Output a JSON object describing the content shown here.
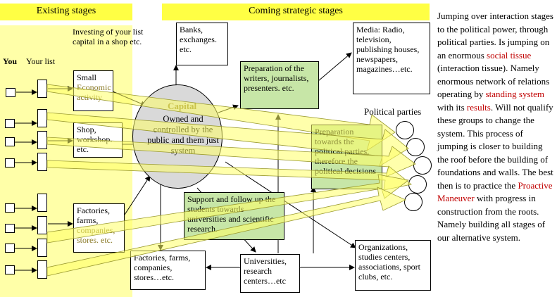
{
  "banners": {
    "existing": "Existing stages",
    "coming": "Coming strategic stages"
  },
  "labels": {
    "you": "You",
    "your_list": "Your list",
    "investing": "Investing of your list capital in a shop etc.",
    "political_parties": "Political parties"
  },
  "boxes": {
    "small_a": "Small",
    "small_b": "Economic activity",
    "shop": "Shop, workshop. etc.",
    "factories_a": "Factories, farms,",
    "factories_b": "companies, stores. etc.",
    "banks": "Banks, exchanges. etc.",
    "capital_title": "Capital",
    "capital_body": "Owned and controlled by the public and them just system",
    "prep_writers": "Preparation of the writers, journalists, presenters. etc.",
    "media": "Media: Radio, television, publishing houses, newspapers, magazines…etc.",
    "prep_parties": "Preparation towards the political parties, therefore the political decisions",
    "support": "Support and follow up the students towards universities and scientific research.",
    "factories_bottom": "Factories, farms, companies, stores…etc.",
    "universities": "Universities, research centers…etc",
    "organizations": "Organizations, studies centers, associations, sport clubs, etc."
  },
  "side_text": {
    "p1": "Jumping over interaction stages to the political power, through political parties.  Is jumping on an enormous ",
    "p1_red": "social tissue",
    "p2": " (interaction tissue). Namely enormous network of relations operating by ",
    "p2_red": "standing system",
    "p3": " with its ",
    "p3_red": "results",
    "p4": ". Will not qualify these groups to change the system. This process of jumping is closer to building the roof before the building of foundations and walls. The best then is to practice the ",
    "p4_red": "Proactive Maneuver",
    "p5": " with progress in construction from the roots. Namely building all stages of our alternative system."
  },
  "colors": {
    "banner": "#ffff44",
    "existing_area": "#ffffa8",
    "green_box": "#c7e6a7",
    "capital_circle": "#d9d9d9",
    "arrow_fill": "#ffff66",
    "accent_red": "#c00000"
  }
}
